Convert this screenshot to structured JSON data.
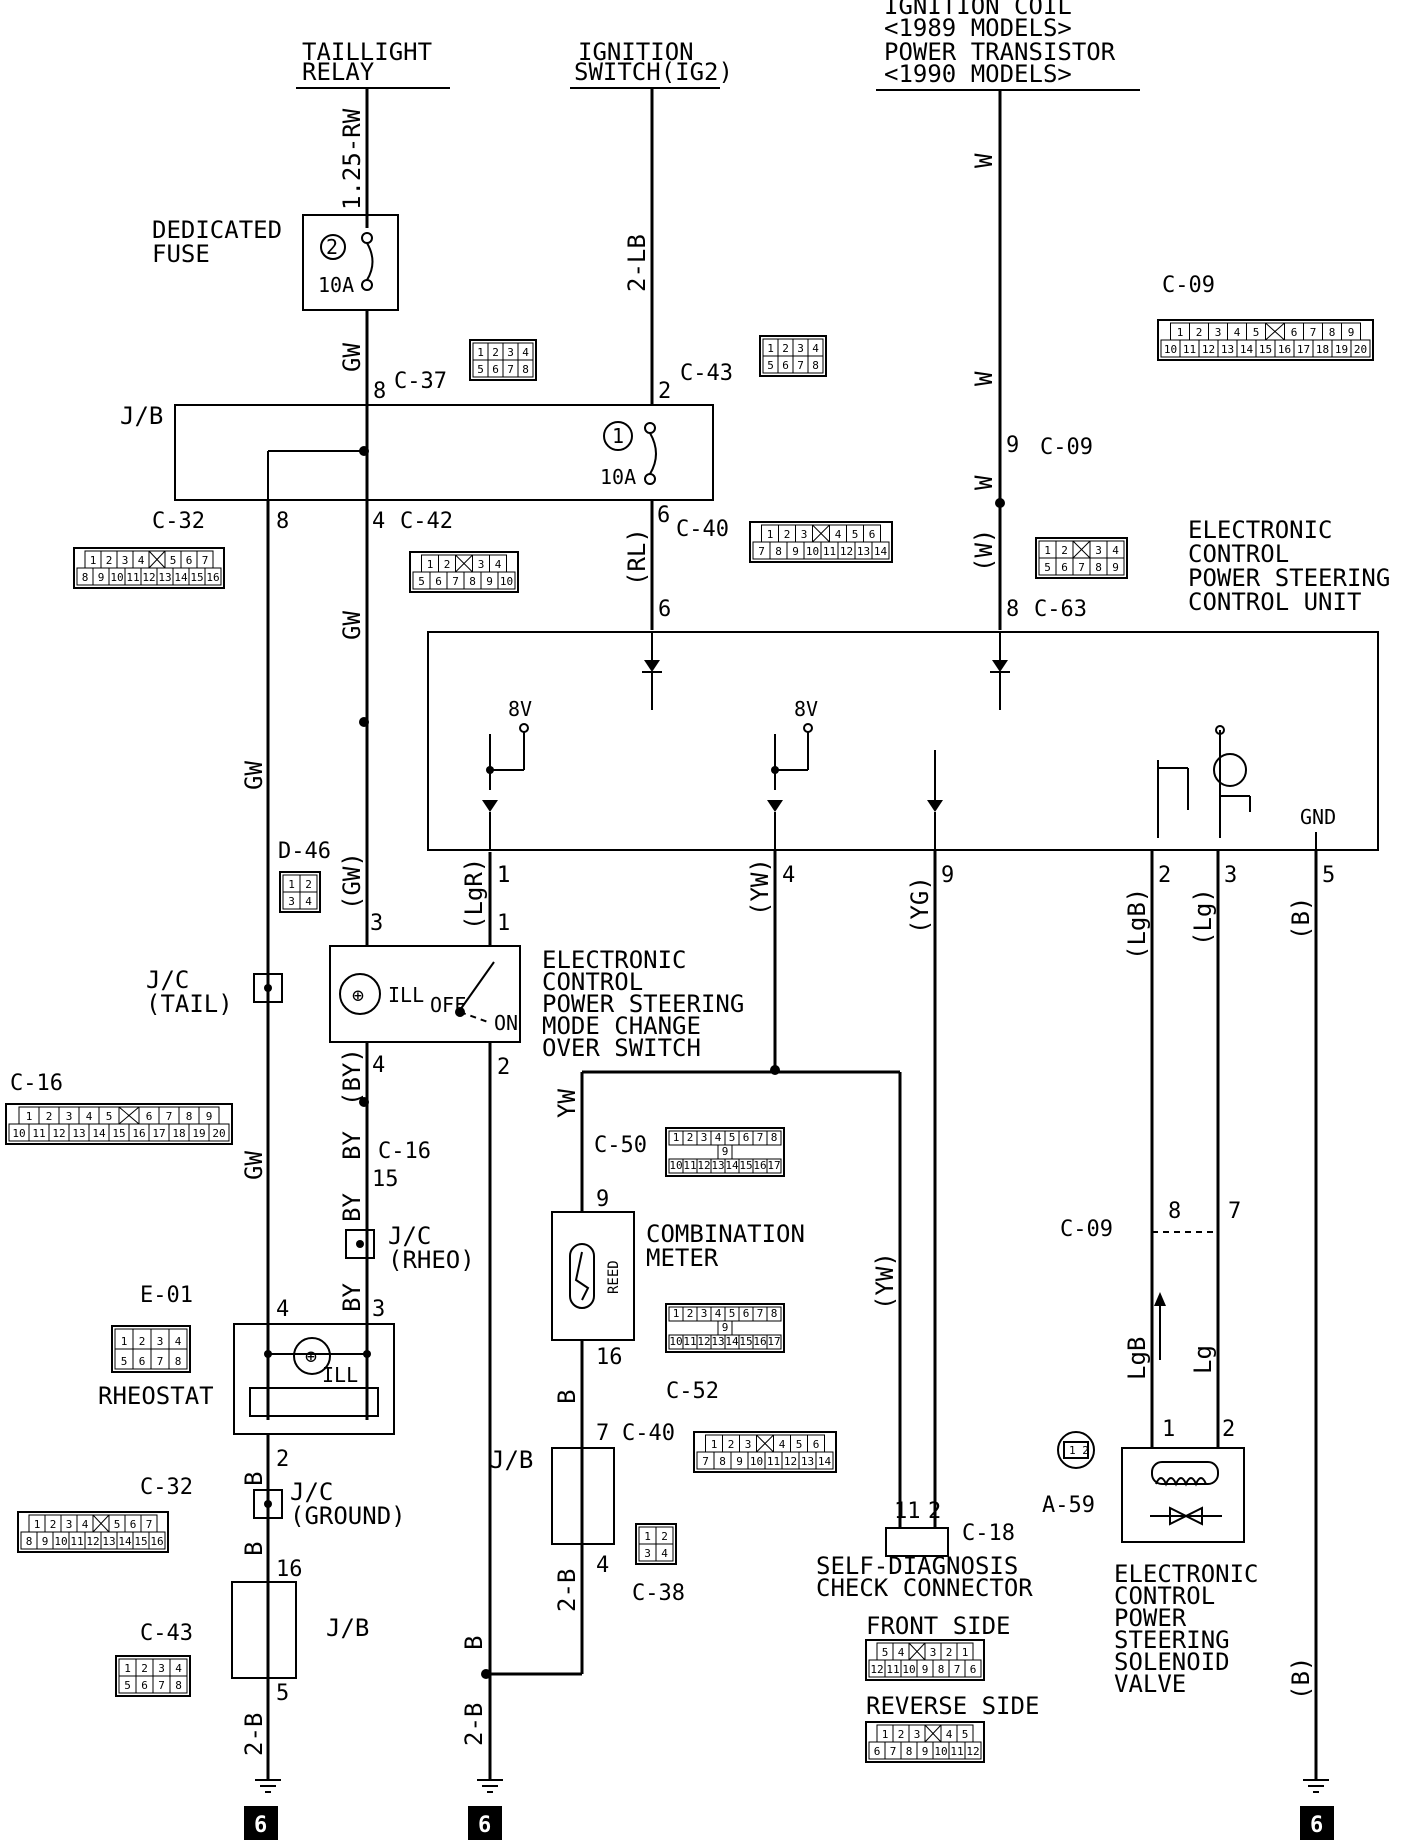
{
  "sources": {
    "taillight": [
      "TAILLIGHT",
      "RELAY"
    ],
    "ignition": [
      "IGNITION",
      "SWITCH(IG2)"
    ],
    "coil": [
      "IGNITION COIL",
      "<1989 MODELS>",
      "POWER TRANSISTOR",
      "<1990 MODELS>"
    ]
  },
  "components": {
    "dedicated_fuse": [
      "DEDICATED",
      "FUSE"
    ],
    "fuse_amp": "10A",
    "fuse_num_2": "2",
    "fuse_num_1": "1",
    "jb": "J/B",
    "ecu": [
      "ELECTRONIC",
      "CONTROL",
      "POWER STEERING",
      "CONTROL UNIT"
    ],
    "mode_switch": [
      "ELECTRONIC",
      "CONTROL",
      "POWER STEERING",
      "MODE CHANGE",
      "OVER SWITCH"
    ],
    "ill": "ILL",
    "off": "OFF",
    "on": "ON",
    "combination_meter": [
      "COMBINATION",
      "METER"
    ],
    "reed": "REED",
    "rheostat": "RHEOSTAT",
    "jc_tail": [
      "J/C",
      "(TAIL)"
    ],
    "jc_rheo": [
      "J/C",
      "(RHEO)"
    ],
    "jc_ground": [
      "J/C",
      "(GROUND)"
    ],
    "self_diag": [
      "SELF-DIAGNOSIS",
      "CHECK CONNECTOR"
    ],
    "front_side": "FRONT SIDE",
    "reverse_side": "REVERSE SIDE",
    "solenoid": [
      "ELECTRONIC",
      "CONTROL",
      "POWER",
      "STEERING",
      "SOLENOID",
      "VALVE"
    ],
    "v8": "8V",
    "gnd": "GND",
    "ground_num": "6"
  },
  "wires": {
    "rw": "1.25-RW",
    "gw": "GW",
    "gw_p": "(GW)",
    "lb2": "2-LB",
    "rl_p": "(RL)",
    "w": "W",
    "w_p": "(W)",
    "lgr_p": "(LgR)",
    "yw_p": "(YW)",
    "yw": "YW",
    "yg_p": "(YG)",
    "lgb_p": "(LgB)",
    "lg_p": "(Lg)",
    "b_p": "(B)",
    "by_p": "(BY)",
    "by": "BY",
    "b": "B",
    "b2": "2-B",
    "lgb": "LgB",
    "lg": "Lg"
  },
  "connectors": {
    "c37": "C-37",
    "c43": "C-43",
    "c32": "C-32",
    "c42": "C-42",
    "c40": "C-40",
    "c09": "C-09",
    "c63": "C-63",
    "d46": "D-46",
    "c16": "C-16",
    "e01": "E-01",
    "c50": "C-50",
    "c52": "C-52",
    "c38": "C-38",
    "c18": "C-18",
    "a59": "A-59"
  },
  "pins": {
    "p1": "1",
    "p2": "2",
    "p3": "3",
    "p4": "4",
    "p5": "5",
    "p6": "6",
    "p7": "7",
    "p8": "8",
    "p9": "9",
    "p11": "11",
    "p15": "15",
    "p16": "16"
  },
  "grids": {
    "g4x2": [
      [
        "1",
        "2",
        "3",
        "4"
      ],
      [
        "5",
        "6",
        "7",
        "8"
      ]
    ],
    "g16": [
      [
        "1",
        "2",
        "3",
        "4",
        "",
        "5",
        "6",
        "7"
      ],
      [
        "8",
        "9",
        "10",
        "11",
        "12",
        "13",
        "14",
        "15",
        "16"
      ]
    ],
    "g10": [
      [
        "1",
        "2",
        "",
        "3",
        "4"
      ],
      [
        "5",
        "6",
        "7",
        "8",
        "9",
        "10"
      ]
    ],
    "g14": [
      [
        "1",
        "2",
        "3",
        "",
        "4",
        "5",
        "6"
      ],
      [
        "7",
        "8",
        "9",
        "10",
        "11",
        "12",
        "13",
        "14"
      ]
    ],
    "g20": [
      [
        "1",
        "2",
        "3",
        "4",
        "5",
        "",
        "6",
        "7",
        "8",
        "9"
      ],
      [
        "10",
        "11",
        "12",
        "13",
        "14",
        "15",
        "16",
        "17",
        "18",
        "19",
        "20"
      ]
    ],
    "g9": [
      [
        "1",
        "2",
        "",
        "3",
        "4"
      ],
      [
        "5",
        "6",
        "7",
        "8",
        "9"
      ]
    ],
    "g2x2": [
      [
        "1",
        "2"
      ],
      [
        "3",
        "4"
      ]
    ],
    "g17a": [
      [
        "1",
        "2",
        "3",
        "4",
        "5",
        "6",
        "7",
        "8"
      ],
      [
        "9"
      ],
      [
        "10",
        "11",
        "12",
        "13",
        "14",
        "15",
        "16",
        "17"
      ]
    ],
    "g12f": [
      [
        "5",
        "4",
        "",
        "3",
        "2",
        "1"
      ],
      [
        "12",
        "11",
        "10",
        "9",
        "8",
        "7",
        "6"
      ]
    ],
    "g12r": [
      [
        "1",
        "2",
        "3",
        "",
        "4",
        "5"
      ],
      [
        "6",
        "7",
        "8",
        "9",
        "10",
        "11",
        "12"
      ]
    ],
    "g1x2": [
      [
        "1",
        "2"
      ]
    ]
  }
}
